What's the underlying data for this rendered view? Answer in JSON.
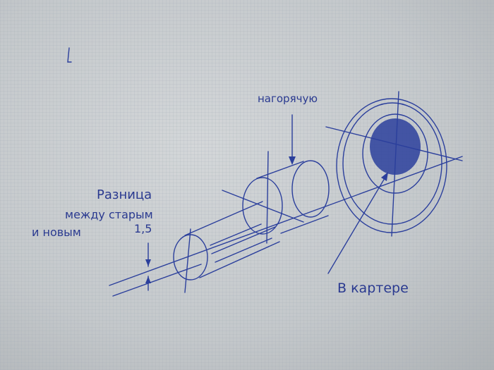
{
  "labels": {
    "hot_fit": "нагорячую",
    "difference_line1": "Разница",
    "difference_line2": "между старым",
    "difference_line3": "и новым",
    "difference_value": "1,5",
    "in_crankcase": "В картере"
  },
  "colors": {
    "ink": "#2b3f9c",
    "paper": "#c6cacd"
  }
}
